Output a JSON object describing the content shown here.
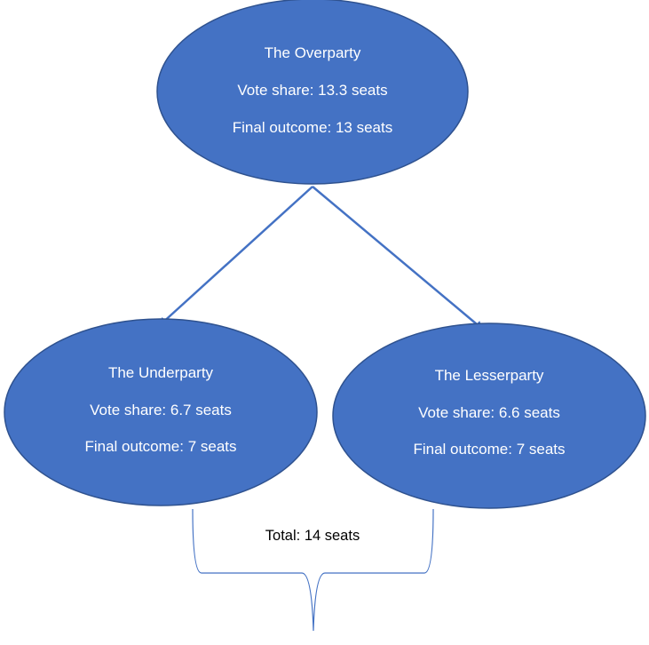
{
  "colors": {
    "node_fill": "#4472c4",
    "node_stroke": "#2f528f",
    "arrow": "#4472c4",
    "bracket": "#4472c4",
    "node_text": "#ffffff",
    "total_text": "#000000"
  },
  "nodes": {
    "overparty": {
      "name": "The Overparty",
      "vote_share": "Vote share: 13.3 seats",
      "final_outcome": "Final outcome: 13 seats"
    },
    "underparty": {
      "name": "The Underparty",
      "vote_share": "Vote share: 6.7 seats",
      "final_outcome": "Final outcome: 7 seats"
    },
    "lesserparty": {
      "name": "The Lesserparty",
      "vote_share": "Vote share: 6.6 seats",
      "final_outcome": "Final outcome: 7 seats"
    }
  },
  "total": "Total: 14 seats"
}
